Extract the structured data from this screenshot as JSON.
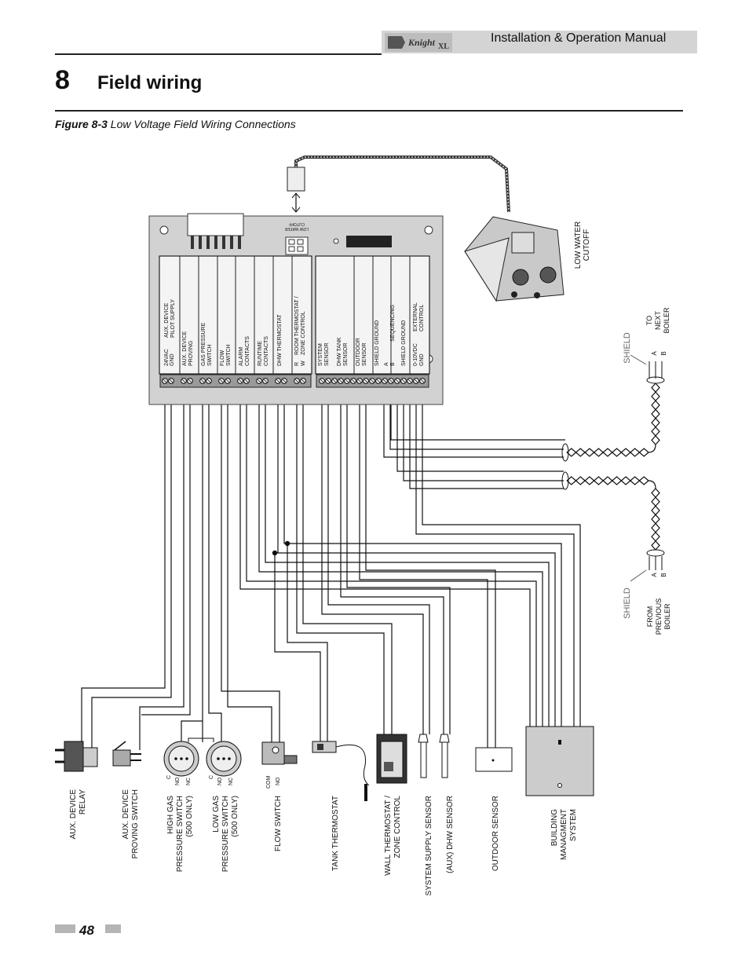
{
  "header": {
    "manual_title": "Installation & Operation Manual",
    "logo_text": "Knight XL"
  },
  "section": {
    "number": "8",
    "title": "Field wiring"
  },
  "figure": {
    "label": "Figure 8-3",
    "caption": "Low Voltage Field Wiring Connections"
  },
  "board": {
    "connector_label_1": "LOW WATER",
    "connector_label_2": "CUTOFF",
    "terminals": [
      [
        "AUX. DEVICE",
        "PILOT SUPPLY",
        "24VAC",
        "GND"
      ],
      [
        "AUX. DEVICE",
        "PROVING"
      ],
      [
        "GAS PRESSURE",
        "SWITCH"
      ],
      [
        "FLOW",
        "SWITCH"
      ],
      [
        "ALARM",
        "CONTACTS"
      ],
      [
        "RUNTIME",
        "CONTACTS"
      ],
      [
        "DHW THERMOSTAT"
      ],
      [
        "ROOM THERMOSTAT /",
        "ZONE CONTROL",
        "R",
        "W"
      ],
      [
        "SYSTEM",
        "SENSOR"
      ],
      [
        "DHW TANK",
        "SENSOR"
      ],
      [
        "OUTDOOR",
        "SENSOR"
      ],
      [
        "SHIELD GROUND",
        "A",
        "SEQUENCING",
        "B"
      ],
      [
        "SHIELD GROUND"
      ],
      [
        "0-10VDC",
        "GND",
        "EXTERNAL",
        "CONTROL"
      ]
    ]
  },
  "lwco": [
    "LOW WATER",
    "CUTOFF"
  ],
  "shield_top": {
    "shield": "SHIELD",
    "a": "A",
    "b": "B",
    "dest": [
      "TO",
      "NEXT",
      "BOILER"
    ]
  },
  "shield_bottom": {
    "shield": "SHIELD",
    "a": "A",
    "b": "B",
    "dest": [
      "FROM",
      "PREVIOUS",
      "BOILER"
    ]
  },
  "switch_terminals": {
    "c": "C",
    "no": "NO",
    "nc": "NC",
    "com": "COM"
  },
  "devices": [
    [
      "AUX. DEVICE",
      "RELAY"
    ],
    [
      "AUX. DEVICE",
      "PROVING SWITCH"
    ],
    [
      "HIGH GAS",
      "PRESSURE SWITCH",
      "(500 ONLY)"
    ],
    [
      "LOW GAS",
      "PRESSURE SWITCH",
      "(500 ONLY)"
    ],
    [
      "FLOW SWITCH"
    ],
    [
      "TANK THERMOSTAT"
    ],
    [
      "WALL THERMOSTAT /",
      "ZONE CONTROL"
    ],
    [
      "SYSTEM SUPPLY SENSOR"
    ],
    [
      "(AUX) DHW SENSOR"
    ],
    [
      "OUTDOOR SENSOR"
    ],
    [
      "BUILDING",
      "MANAGMENT",
      "SYSTEM"
    ]
  ],
  "footer": {
    "page_number": "48"
  }
}
